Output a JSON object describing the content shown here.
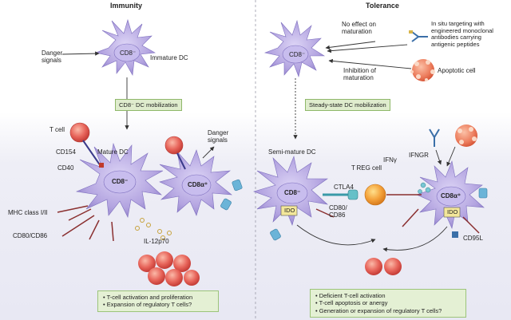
{
  "panels": {
    "immunity": {
      "title": "Immunity",
      "danger_signals": "Danger\nsignals",
      "immature_cell": "CD8⁻",
      "immature_label": "Immature DC",
      "mobilization": "CD8⁻ DC mobilization",
      "t_cell": "T cell",
      "cd154": "CD154",
      "cd40": "CD40",
      "mature_label": "Mature DC",
      "mature_cell": "CD8⁻",
      "mature_cell2": "CD8α⁺",
      "danger_signals_2": "Danger\nsignals",
      "mhc": "MHC class I/II",
      "cd80": "CD80/CD86",
      "il12": "IL-12p70",
      "results": [
        "• T-cell activation and proliferation",
        "• Expansion of regulatory T cells?"
      ]
    },
    "tolerance": {
      "title": "Tolerance",
      "no_effect": "No effect on\nmaturation",
      "in_situ": "In situ targeting with\nengineered monoclonal\nantibodies carrying\nantigenic peptides",
      "immature_cell": "CD8⁻",
      "inhibition": "Inhibition of\nmaturation",
      "apoptotic": "Apoptotic cell",
      "mobilization": "Steady-state DC mobilization",
      "semi_mature": "Semi-mature DC",
      "treg": "T REG cell",
      "ifng": "IFNγ",
      "ifngr": "IFNGR",
      "ctla4": "CTLA4",
      "cell_left": "CD8⁻",
      "ido_left": "IDO",
      "cd80": "CD80/\nCD86",
      "cell_right": "CD8α⁺",
      "ido_right": "IDO",
      "cd95l": "CD95L",
      "results": [
        "• Deficient T-cell activation",
        "• T-cell apoptosis or anergy",
        "• Generation or expansion of regulatory T cells?"
      ]
    }
  },
  "colors": {
    "dc_fill": "#b7a9e3",
    "dc_dark": "#8c7cc9",
    "t_cell": "#e05a52",
    "green_box": "#dfeccd",
    "ido": "#f3e79a",
    "bg_lower": "#eeeef6"
  }
}
